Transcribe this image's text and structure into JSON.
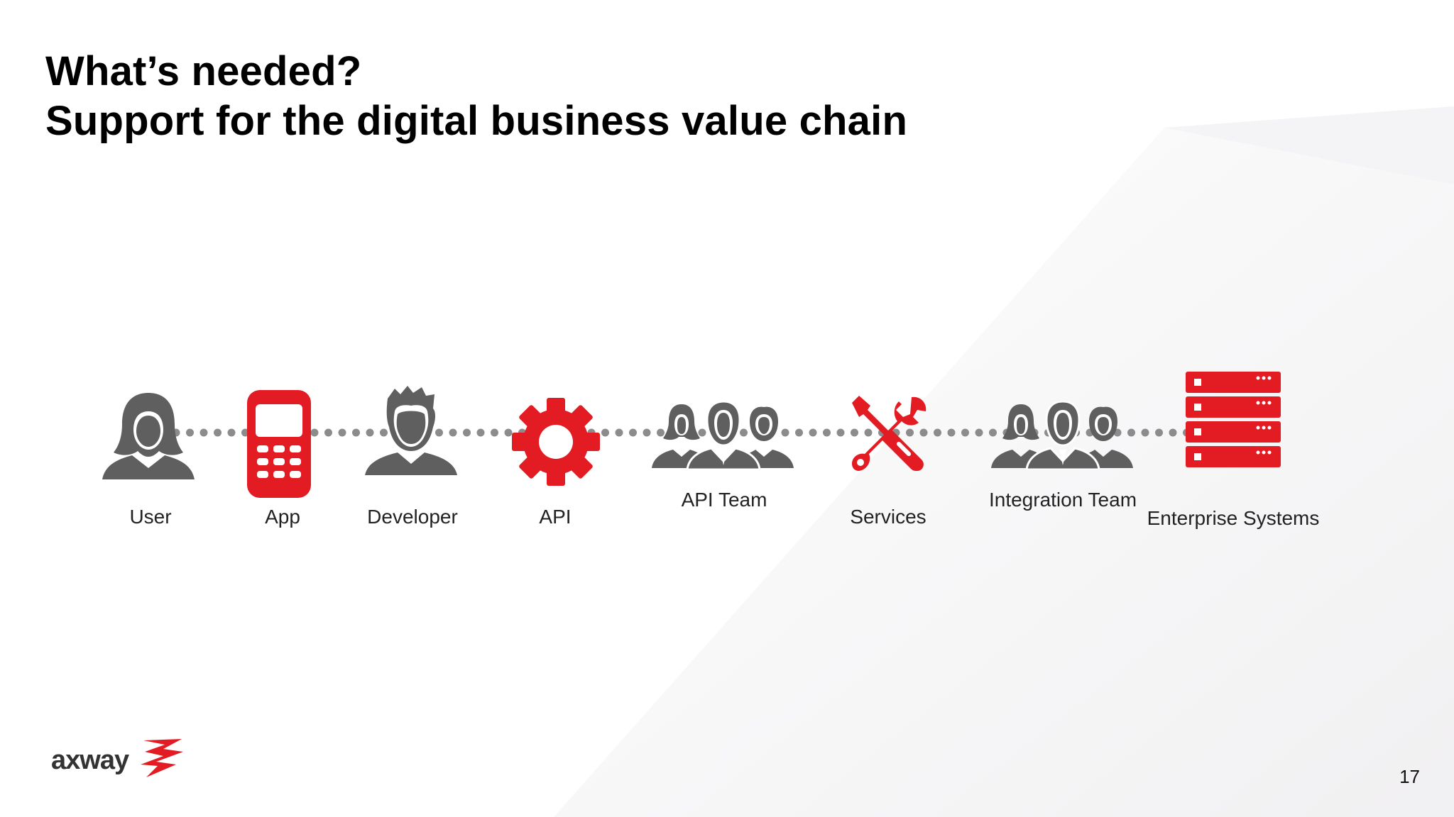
{
  "slide": {
    "title_line1": "What’s needed?",
    "title_line2": "Support for the digital business value chain",
    "page_number": "17"
  },
  "chain": {
    "items": [
      {
        "label": "User",
        "icon": "female-user-icon"
      },
      {
        "label": "App",
        "icon": "mobile-phone-icon"
      },
      {
        "label": "Developer",
        "icon": "male-developer-icon"
      },
      {
        "label": "API",
        "icon": "gear-icon"
      },
      {
        "label": "API Team",
        "icon": "team-icon"
      },
      {
        "label": "Services",
        "icon": "wrench-screwdriver-icon"
      },
      {
        "label": "Integration Team",
        "icon": "team-icon"
      },
      {
        "label": "Enterprise Systems",
        "icon": "server-rack-icon"
      }
    ]
  },
  "brand": {
    "logo_text": "axway",
    "accent_color": "#e31b23",
    "icon_gray": "#5f5f5f",
    "connector_color": "#8c8c8c"
  }
}
